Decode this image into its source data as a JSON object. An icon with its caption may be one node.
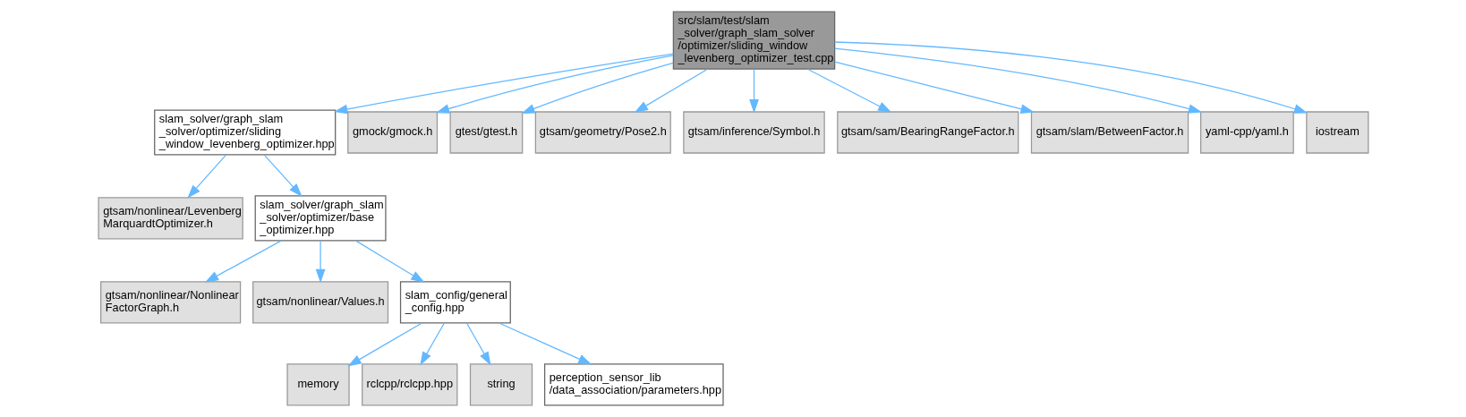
{
  "diagram": {
    "nodes": [
      {
        "text": [
          "src/slam/test/slam _solver/graph_slam_solver /optimizer/sliding_window _levenberg_optimizer_test.cpp"
        ]
      },
      {
        "text": [
          "slam_solver/graph_slam _solver/optimizer/sliding _window_levenberg_optimizer.hpp"
        ]
      },
      {
        "text": [
          "gmock/gmock.h"
        ]
      },
      {
        "text": [
          "gtest/gtest.h"
        ]
      },
      {
        "text": [
          "gtsam/geometry/Pose2.h"
        ]
      },
      {
        "text": [
          "gtsam/inference/Symbol.h"
        ]
      },
      {
        "text": [
          "gtsam/sam/BearingRangeFactor.h"
        ]
      },
      {
        "text": [
          "gtsam/slam/BetweenFactor.h"
        ]
      },
      {
        "text": [
          "yaml-cpp/yaml.h"
        ]
      },
      {
        "text": [
          "iostream"
        ]
      },
      {
        "text": [
          "gtsam/nonlinear/Levenberg MarquardtOptimizer.h"
        ]
      },
      {
        "text": [
          "slam_solver/graph_slam _solver/optimizer/base _optimizer.hpp"
        ]
      },
      {
        "text": [
          "gtsam/nonlinear/Nonlinear FactorGraph.h"
        ]
      },
      {
        "text": [
          "gtsam/nonlinear/Values.h"
        ]
      },
      {
        "text": [
          "slam_config/general _config.hpp"
        ]
      },
      {
        "text": [
          "memory"
        ]
      },
      {
        "text": [
          "rclcpp/rclcpp.hpp"
        ]
      },
      {
        "text": [
          "string"
        ]
      },
      {
        "text": [
          "perception_sensor_lib /data_association/parameters.hpp"
        ]
      }
    ],
    "edges": [
      {
        "from": 0,
        "to": 1,
        "arrow": "to"
      },
      {
        "from": 0,
        "to": 2,
        "arrow": "to"
      },
      {
        "from": 0,
        "to": 3,
        "arrow": "to"
      },
      {
        "from": 0,
        "to": 4,
        "arrow": "to"
      },
      {
        "from": 0,
        "to": 5,
        "arrow": "to"
      },
      {
        "from": 0,
        "to": 6,
        "arrow": "to"
      },
      {
        "from": 0,
        "to": 7,
        "arrow": "to"
      },
      {
        "from": 0,
        "to": 8,
        "arrow": "to"
      },
      {
        "from": 0,
        "to": 9,
        "arrow": "to"
      },
      {
        "from": 1,
        "to": 10,
        "arrow": "to"
      },
      {
        "from": 1,
        "to": 11,
        "arrow": "to"
      },
      {
        "from": 11,
        "to": 12,
        "arrow": "to"
      },
      {
        "from": 11,
        "to": 13,
        "arrow": "to"
      },
      {
        "from": 11,
        "to": 14,
        "arrow": "to"
      },
      {
        "from": 14,
        "to": 15,
        "arrow": "to"
      },
      {
        "from": 14,
        "to": 16,
        "arrow": "to"
      },
      {
        "from": 14,
        "to": 17,
        "arrow": "to"
      },
      {
        "from": 14,
        "to": 18,
        "arrow": "to"
      }
    ]
  }
}
